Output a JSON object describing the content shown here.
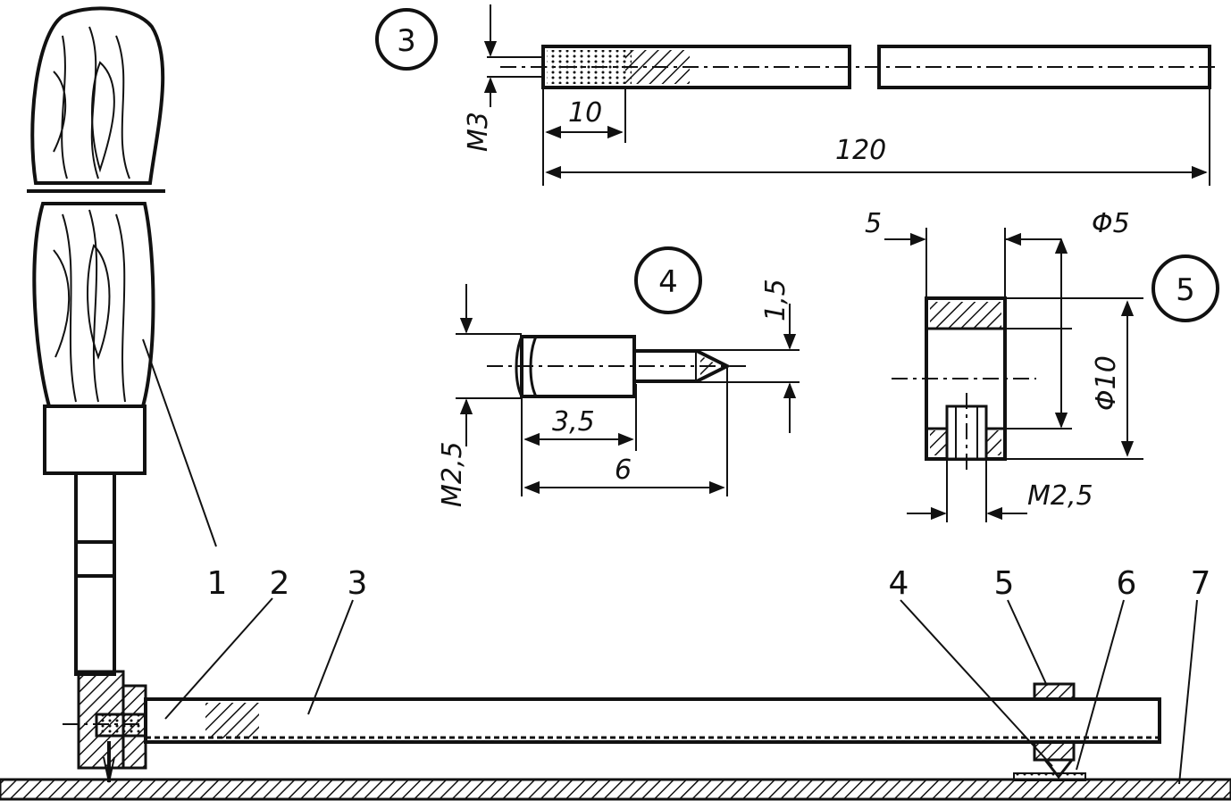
{
  "detail_markers": [
    "3",
    "4",
    "5"
  ],
  "part3": {
    "thread": "M3",
    "thread_len": "10",
    "length": "120"
  },
  "part4": {
    "thread": "M2,5",
    "dim_a": "3,5",
    "dim_b": "6",
    "dim_c": "1,5"
  },
  "part5": {
    "width": "5",
    "hole": "Φ5",
    "outer": "Φ10",
    "thread": "M2,5"
  },
  "callouts": [
    "1",
    "2",
    "3",
    "4",
    "5",
    "6",
    "7"
  ]
}
